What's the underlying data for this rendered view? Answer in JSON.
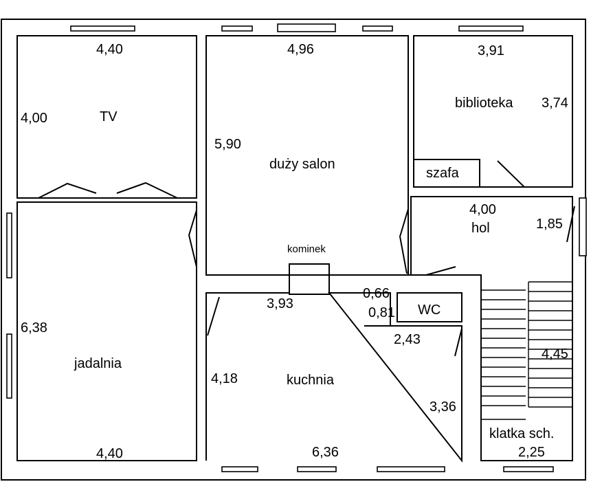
{
  "rooms": {
    "tv": {
      "name": "TV",
      "width": "4,40",
      "height": "4,00"
    },
    "duzy_salon": {
      "name": "duży salon",
      "width": "4,96",
      "height": "5,90"
    },
    "biblioteka": {
      "name": "biblioteka",
      "width": "3,91",
      "height": "3,74"
    },
    "szafa": {
      "name": "szafa"
    },
    "hol": {
      "name": "hol",
      "width": "4,00",
      "height": "1,85"
    },
    "jadalnia": {
      "name": "jadalnia",
      "width": "4,40",
      "height": "6,38"
    },
    "kuchnia": {
      "name": "kuchnia",
      "width": "3,93",
      "height": "4,18",
      "bottom": "6,36",
      "side": "3,36",
      "corner_width": "2,43"
    },
    "wc": {
      "name": "WC",
      "width": "0,66",
      "depth": "0,81"
    },
    "klatka": {
      "name": "klatka sch.",
      "width": "2,25",
      "length": "4,45"
    },
    "kominek": {
      "name": "kominek"
    }
  }
}
